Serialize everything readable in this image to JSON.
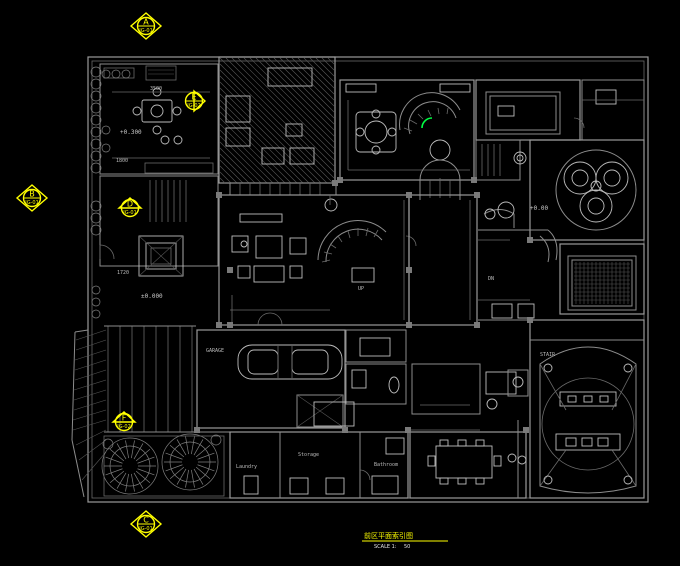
{
  "drawing": {
    "title": "前区平面索引图",
    "scale_label": "SCALE 1:",
    "scale_value": "50"
  },
  "markers": [
    {
      "letter": "A",
      "sheet": "IG-01"
    },
    {
      "letter": "B",
      "sheet": "IG-01"
    },
    {
      "letter": "C",
      "sheet": "IG-01"
    },
    {
      "letter": "D",
      "sheet": "IG-01"
    },
    {
      "letter": "E",
      "sheet": "IG-02"
    },
    {
      "letter": "F",
      "sheet": "IG-02"
    }
  ],
  "levels": {
    "terrace": "+0.300",
    "main": "±0.000",
    "east": "+0.00"
  },
  "dimensions": {
    "d1": "3500",
    "d2": "1800",
    "d3": "1720"
  },
  "room_labels": {
    "garage": "GARAGE",
    "laundry": "Laundry",
    "storage": "Storage",
    "bath": "Bathroom",
    "stair": "STAIR",
    "dn": "DN",
    "up": "UP"
  },
  "colors": {
    "background": "#000000",
    "linework": "#8c8c8c",
    "marker": "#ffff00",
    "highlight": "#00ff44"
  }
}
